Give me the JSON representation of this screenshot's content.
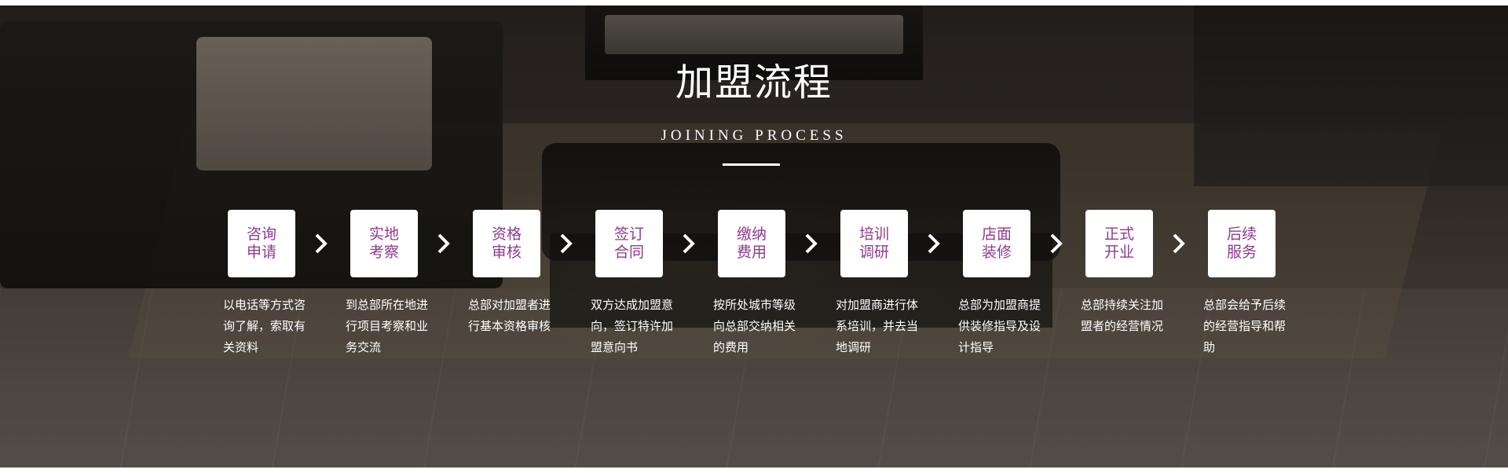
{
  "section": {
    "title": "加盟流程",
    "subtitle": "JOINING PROCESS"
  },
  "steps": [
    {
      "label": "咨询申请",
      "desc": "以电话等方式咨询了解，索取有关资料"
    },
    {
      "label": "实地考察",
      "desc": "到总部所在地进行项目考察和业务交流"
    },
    {
      "label": "资格审核",
      "desc": "总部对加盟者进行基本资格审核"
    },
    {
      "label": "签订合同",
      "desc": "双方达成加盟意向，签订特许加盟意向书"
    },
    {
      "label": "缴纳费用",
      "desc": "按所处城市等级向总部交纳相关的费用"
    },
    {
      "label": "培训调研",
      "desc": "对加盟商进行体系培训，并去当地调研"
    },
    {
      "label": "店面装修",
      "desc": "总部为加盟商提供装修指导及设计指导"
    },
    {
      "label": "正式开业",
      "desc": "总部持续关注加盟者的经营情况"
    },
    {
      "label": "后续服务",
      "desc": "总部会给予后续的经营指导和帮助"
    }
  ],
  "colors": {
    "step_text": "#8e3a8f",
    "text": "#ffffff"
  },
  "icons": {
    "arrow": "chevron-right-icon"
  }
}
